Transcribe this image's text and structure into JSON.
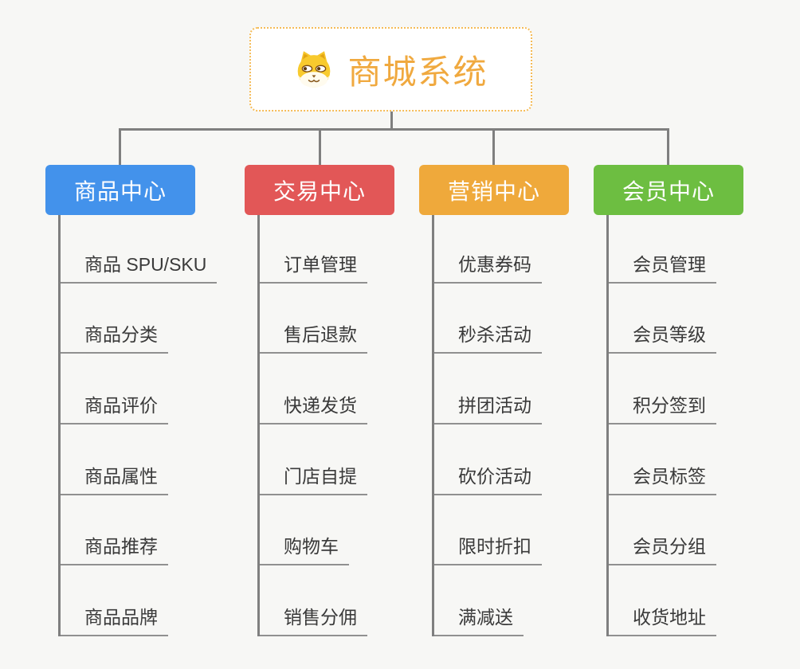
{
  "root": {
    "title": "商城系统",
    "icon": "shiba-dog-icon",
    "accent_color": "#f0a93f",
    "border_color": "#f5bb56"
  },
  "colors": {
    "background": "#f7f7f5",
    "connector": "#7f7f7f",
    "underline": "#909090",
    "child_text": "#3a3a3a"
  },
  "branches": [
    {
      "label": "商品中心",
      "color": "#4392eb",
      "children": [
        "商品 SPU/SKU",
        "商品分类",
        "商品评价",
        "商品属性",
        "商品推荐",
        "商品品牌"
      ]
    },
    {
      "label": "交易中心",
      "color": "#e25757",
      "children": [
        "订单管理",
        "售后退款",
        "快递发货",
        "门店自提",
        "购物车",
        "销售分佣"
      ]
    },
    {
      "label": "营销中心",
      "color": "#efa93b",
      "children": [
        "优惠券码",
        "秒杀活动",
        "拼团活动",
        "砍价活动",
        "限时折扣",
        "满减送"
      ]
    },
    {
      "label": "会员中心",
      "color": "#6dbe41",
      "children": [
        "会员管理",
        "会员等级",
        "积分签到",
        "会员标签",
        "会员分组",
        "收货地址"
      ]
    }
  ]
}
